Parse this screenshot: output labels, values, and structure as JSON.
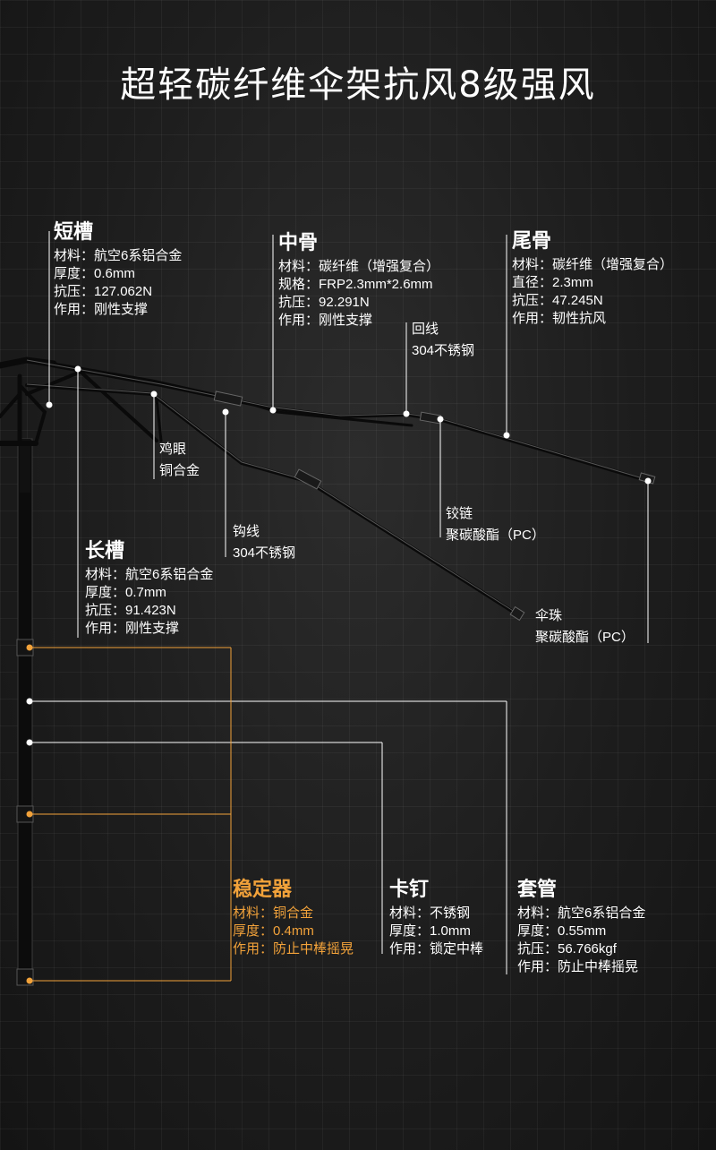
{
  "title": "超轻碳纤维伞架抗风8级强风",
  "colors": {
    "background": "#1d1d1d",
    "text": "#ffffff",
    "accent": "#f2a23a",
    "line": "#ffffff"
  },
  "parts": {
    "short_slot": {
      "heading": "短槽",
      "lines": [
        "材料：航空6系铝合金",
        "厚度：0.6mm",
        "抗压：127.062N",
        "作用：刚性支撑"
      ]
    },
    "middle_rib": {
      "heading": "中骨",
      "lines": [
        "材料：碳纤维（增强复合）",
        "规格：FRP2.3mm*2.6mm",
        "抗压：92.291N",
        "作用：刚性支撑"
      ]
    },
    "tail_rib": {
      "heading": "尾骨",
      "lines": [
        "材料：碳纤维（增强复合）",
        "直径：2.3mm",
        "抗压：47.245N",
        "作用：韧性抗风"
      ]
    },
    "long_slot": {
      "heading": "长槽",
      "lines": [
        "材料：航空6系铝合金",
        "厚度：0.7mm",
        "抗压：91.423N",
        "作用：刚性支撑"
      ]
    },
    "stabilizer": {
      "heading": "稳定器",
      "lines": [
        "材料：铜合金",
        "厚度：0.4mm",
        "作用：防止中棒摇晃"
      ]
    },
    "clip": {
      "heading": "卡钉",
      "lines": [
        "材料：不锈钢",
        "厚度：1.0mm",
        "作用：锁定中棒"
      ]
    },
    "sleeve": {
      "heading": "套管",
      "lines": [
        "材料：航空6系铝合金",
        "厚度：0.55mm",
        "抗压：56.766kgf",
        "作用：防止中棒摇晃"
      ]
    }
  },
  "callouts": {
    "return_wire": [
      "回线",
      "304不锈钢"
    ],
    "eyelet": [
      "鸡眼",
      "铜合金"
    ],
    "hook_wire": [
      "钩线",
      "304不锈钢"
    ],
    "hinge": [
      "铰链",
      "聚碳酸酯（PC）"
    ],
    "bead": [
      "伞珠",
      "聚碳酸酯（PC）"
    ]
  }
}
